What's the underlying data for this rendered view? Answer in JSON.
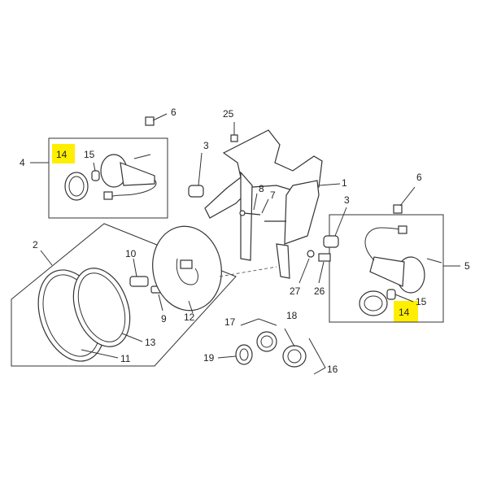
{
  "diagram": {
    "labels": {
      "l1": "1",
      "l2": "2",
      "l3a": "3",
      "l3b": "3",
      "l4": "4",
      "l5": "5",
      "l6a": "6",
      "l6b": "6",
      "l7": "7",
      "l8": "8",
      "l9": "9",
      "l10": "10",
      "l11": "11",
      "l12": "12",
      "l13": "13",
      "l14a": "14",
      "l14b": "14",
      "l15a": "15",
      "l15b": "15",
      "l16": "16",
      "l17": "17",
      "l18": "18",
      "l19": "19",
      "l25": "25",
      "l26": "26",
      "l27": "27"
    },
    "highlight_color": "#ffee00",
    "line_color": "#333333"
  }
}
